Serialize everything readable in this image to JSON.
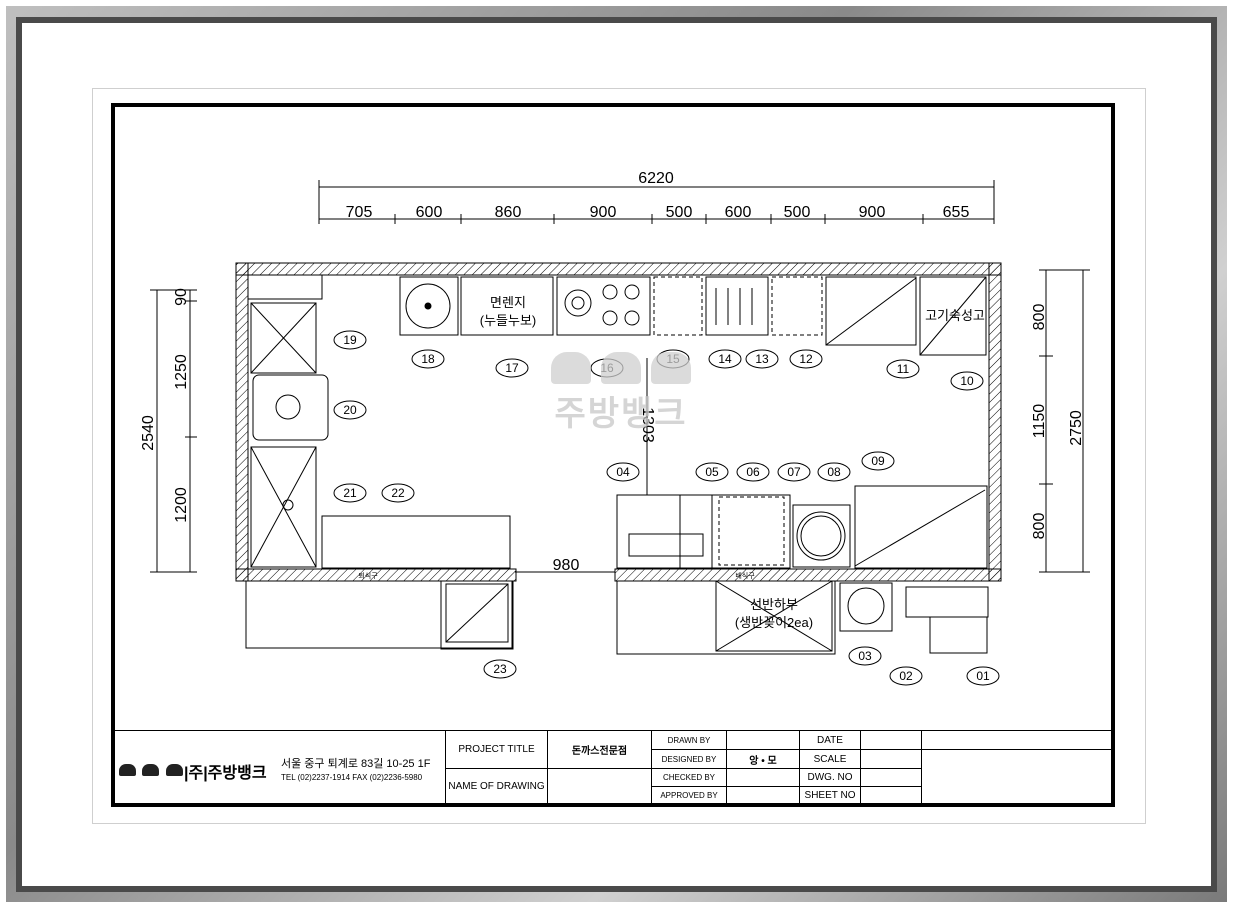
{
  "dimensions": {
    "total_width": "6220",
    "top_segments": [
      "705",
      "600",
      "860",
      "900",
      "500",
      "600",
      "500",
      "900",
      "655"
    ],
    "left_total": "2540",
    "left_segments": [
      "90",
      "1250",
      "1200"
    ],
    "right_total": "2750",
    "right_segments": [
      "800",
      "1150",
      "800"
    ],
    "aisle_width": "980",
    "aisle_depth": "1303"
  },
  "labels": {
    "noodle_room": "면렌지",
    "noodle_room_sub": "(누들누보)",
    "meat_aging": "고기숙성고",
    "under_shelf": "선반하부",
    "under_shelf_sub": "(생반꽂이2ea)",
    "pass_left": "퇴식구",
    "pass_right": "배식구"
  },
  "equipment_numbers": [
    "01",
    "02",
    "03",
    "04",
    "05",
    "06",
    "07",
    "08",
    "09",
    "10",
    "11",
    "12",
    "13",
    "14",
    "15",
    "16",
    "17",
    "18",
    "19",
    "20",
    "21",
    "22",
    "23"
  ],
  "watermark": {
    "name": "주방뱅크"
  },
  "title_block": {
    "company_name": "|주|주방뱅크",
    "address": "서울 중구 퇴계로 83길 10-25 1F",
    "contact": "TEL (02)2237-1914 FAX (02)2236-5980",
    "project_title_label": "PROJECT TITLE",
    "project_title_value": "돈까스전문점",
    "name_of_drawing_label": "NAME OF DRAWING",
    "drawn_by_label": "DRAWN BY",
    "designed_by_label": "DESIGNED BY",
    "designed_by_value": "앙 • 모",
    "checked_by_label": "CHECKED BY",
    "approved_by_label": "APPROVED BY",
    "date_label": "DATE",
    "scale_label": "SCALE",
    "dwg_no_label": "DWG. NO",
    "sheet_no_label": "SHEET NO"
  },
  "colors": {
    "line": "#000000",
    "frame": "#8a8a8a",
    "watermark": "#d0d0d0"
  }
}
